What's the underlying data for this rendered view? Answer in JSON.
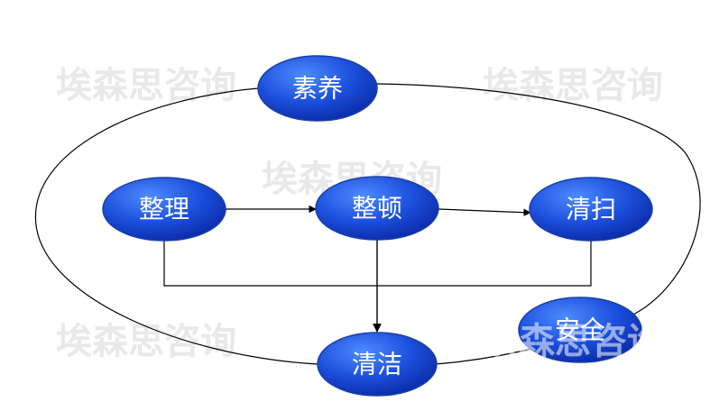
{
  "watermark": {
    "text": "埃森思咨询"
  },
  "nodes": {
    "suyang": "素养",
    "zhengli": "整理",
    "zhengdun": "整顿",
    "qingsao": "清扫",
    "qingjie": "清洁",
    "anquan": "安全"
  },
  "colors": {
    "node_fill_light": "#3f7bf0",
    "node_fill_dark": "#0a2fb8",
    "line": "#000000",
    "watermark": "#e9e9e9"
  }
}
